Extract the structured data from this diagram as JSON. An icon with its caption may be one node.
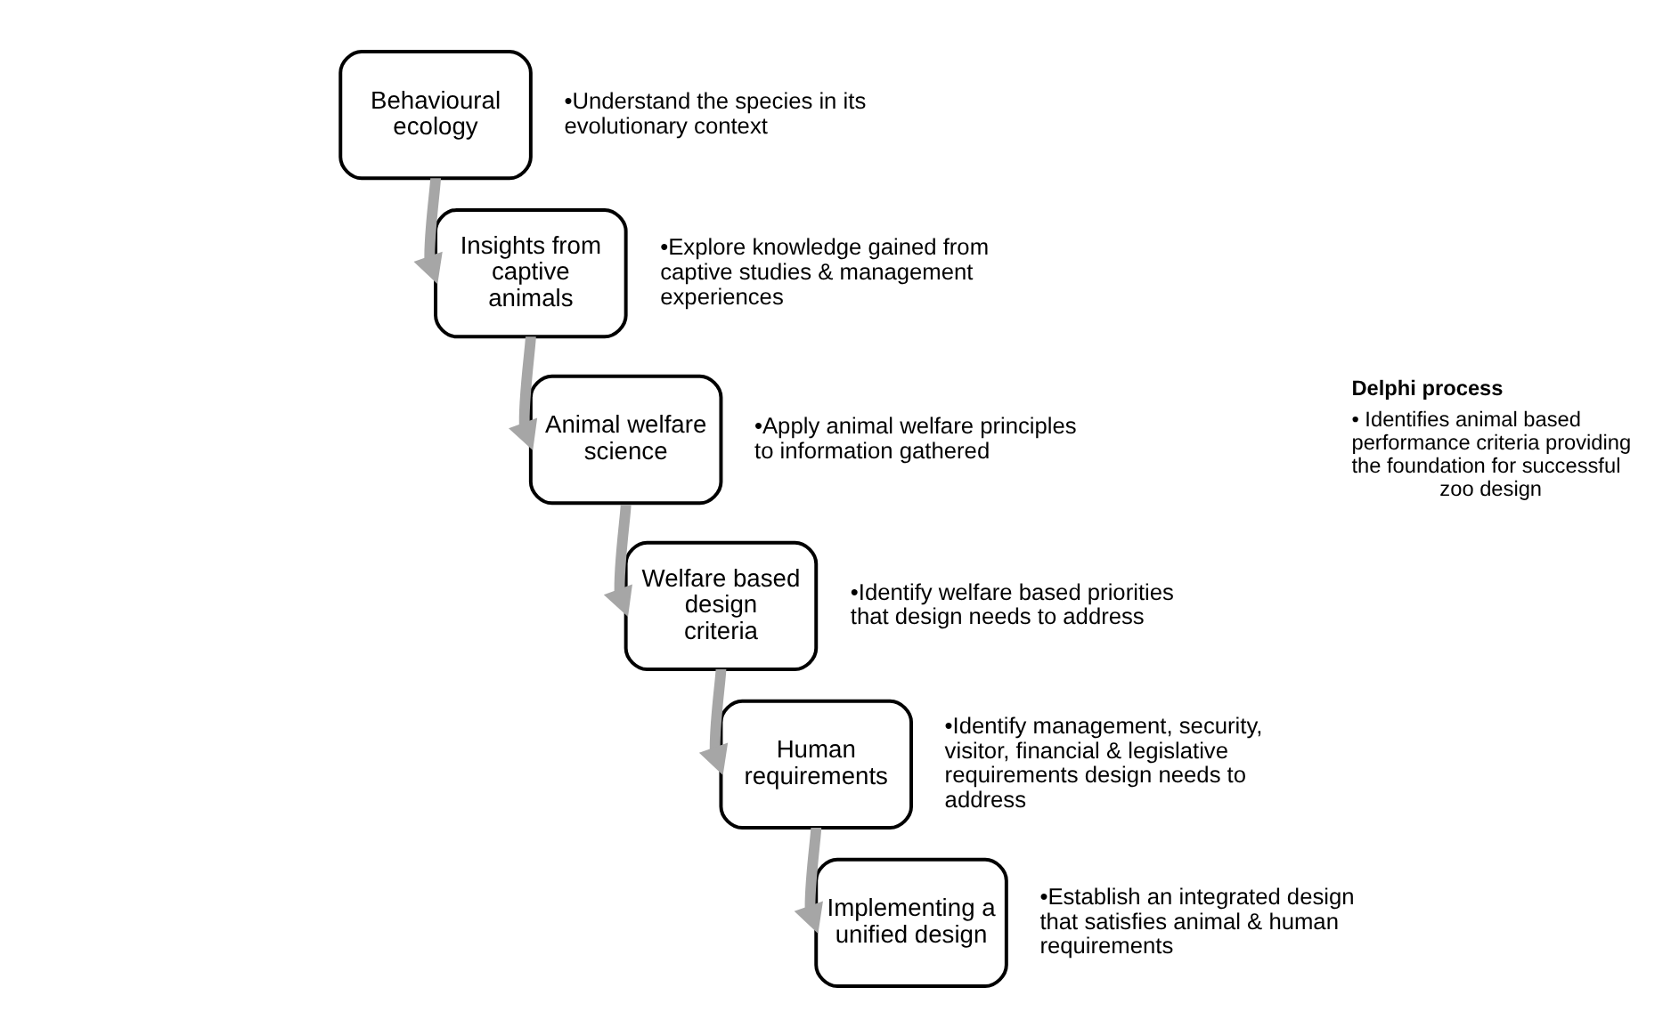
{
  "diagram": {
    "nodes": [
      {
        "text": [
          "Behavioural ecology"
        ],
        "beside": [
          "•Understand the species in its evolutionary context"
        ]
      },
      {
        "text": [
          "Insights from captive animals"
        ],
        "beside": [
          "•Explore knowledge gained from captive studies & management experiences"
        ]
      },
      {
        "text": [
          "Animal welfare science"
        ],
        "beside": [
          "•Apply animal welfare principles to information gathered"
        ]
      },
      {
        "text": [
          "Welfare based design criteria"
        ],
        "beside": [
          "•Identify welfare based priorities that design needs to address"
        ]
      },
      {
        "text": [
          "Human requirements"
        ],
        "beside": [
          "•Identify management, security, visitor, financial & legislative requirements design needs to address"
        ]
      },
      {
        "text": [
          "Implementing a unified design"
        ],
        "beside": [
          "•Establish an integrated design that satisfies animal & human requirements"
        ]
      }
    ],
    "edges": [
      {
        "from": 0,
        "to": 1,
        "arrow": "to"
      },
      {
        "from": 1,
        "to": 2,
        "arrow": "to"
      },
      {
        "from": 2,
        "to": 3,
        "arrow": "to"
      },
      {
        "from": 3,
        "to": 4,
        "arrow": "to"
      },
      {
        "from": 4,
        "to": 5,
        "arrow": "to"
      }
    ],
    "labels": [
      "Delphi process",
      "• Identifies animal based performance criteria providing the foundation for successful zoo design"
    ]
  }
}
